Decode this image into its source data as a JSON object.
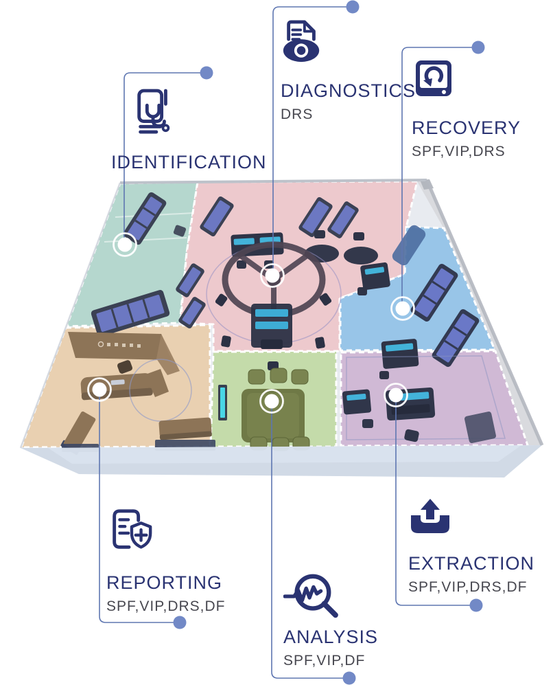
{
  "page": {
    "background": "#ffffff",
    "type": "isometric-floorplan-infographic"
  },
  "palette": {
    "title_navy": "#2a3372",
    "sublabel_gray": "#47474f",
    "connector_line": "#5e76b1",
    "connector_dot": "#7289c6",
    "marker_white": "#ffffff",
    "zone_teal": "#a9d2c6",
    "zone_red": "#eec1c4",
    "zone_blue": "#86bce5",
    "zone_orange": "#e9c9a2",
    "zone_green": "#bdd89d",
    "zone_purple": "#c9acce",
    "floor_gray": "#e6e9ee",
    "slab_side": "#c6d1e0",
    "furniture_dark": "#333a52",
    "furniture_brown": "#8d7457",
    "furniture_olive": "#77814c",
    "screen_cyan": "#45bbe2"
  },
  "callouts": [
    {
      "id": "identification",
      "label": "IDENTIFICATION",
      "sublabel": "",
      "icon": "book-stethoscope-icon"
    },
    {
      "id": "diagnostics",
      "label": "DIAGNOSTICS",
      "sublabel": "DRS",
      "icon": "document-eye-icon"
    },
    {
      "id": "recovery",
      "label": "RECOVERY",
      "sublabel": "SPF,VIP,DRS",
      "icon": "monitor-restore-icon"
    },
    {
      "id": "reporting",
      "label": "REPORTING",
      "sublabel": "SPF,VIP,DRS,DF",
      "icon": "document-shield-icon"
    },
    {
      "id": "analysis",
      "label": "ANALYSIS",
      "sublabel": "SPF,VIP,DF",
      "icon": "magnifier-pulse-icon"
    },
    {
      "id": "extraction",
      "label": "EXTRACTION",
      "sublabel": "SPF,VIP,DRS,DF",
      "icon": "upload-tray-icon"
    }
  ],
  "map": {
    "zones": [
      {
        "id": "identification",
        "area": "top-left server room",
        "color": "#a9d2c6"
      },
      {
        "id": "diagnostics",
        "area": "top-center command room",
        "color": "#eec1c4"
      },
      {
        "id": "recovery",
        "area": "right server room",
        "color": "#86bce5"
      },
      {
        "id": "reporting",
        "area": "bottom-left reception",
        "color": "#e9c9a2"
      },
      {
        "id": "analysis",
        "area": "bottom-center meeting room",
        "color": "#bdd89d"
      },
      {
        "id": "extraction",
        "area": "bottom-right workstations",
        "color": "#c9acce"
      }
    ]
  }
}
